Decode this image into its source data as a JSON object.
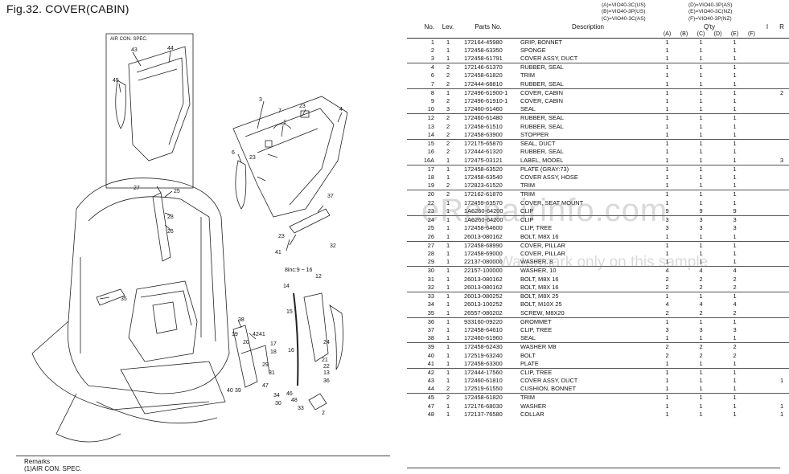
{
  "figure": {
    "title": "Fig.32.  COVER(CABIN)"
  },
  "diagram": {
    "inset_label": "AIR CON. SPEC.",
    "note_label": "8inc:9 ~ 16",
    "callouts": [
      "43",
      "44",
      "45",
      "1",
      "3",
      "7",
      "23",
      "4",
      "6",
      "23",
      "37",
      "41",
      "32",
      "23",
      "27",
      "25",
      "28",
      "26",
      "35",
      "38",
      "42",
      "19",
      "20",
      "41",
      "17",
      "15",
      "18",
      "12",
      "14",
      "16",
      "40",
      "39",
      "29",
      "31",
      "34",
      "30",
      "33",
      "2",
      "46",
      "48",
      "24",
      "21",
      "47",
      "22",
      "13",
      "36"
    ]
  },
  "remarks": {
    "title": "Remarks",
    "line1": "(1)AIR CON. SPEC."
  },
  "models": {
    "left": [
      "(A)=VIO40-3C(US)",
      "(B)=VIO40-3P(US)",
      "(C)=VIO40-3C(AS)"
    ],
    "right": [
      "(D)=VIO40-3P(AS)",
      "(E)=VIO40-3C(NZ)",
      "(F)=VIO40-3P(NZ)"
    ]
  },
  "table": {
    "headers": {
      "no": "No.",
      "lev": "Lev.",
      "part": "Parts No.",
      "desc": "Description",
      "qty": "Q'ty",
      "i": "I",
      "r": "R"
    },
    "qty_cols": [
      "(A)",
      "(B)",
      "(C)",
      "(D)",
      "(E)",
      "(F)"
    ],
    "rows": [
      {
        "no": "1",
        "lev": "1",
        "part": "172164-45980",
        "desc": "GRIP, BONNET",
        "a": "1",
        "c": "1",
        "e": "1",
        "i": "",
        "r": "",
        "sep": false
      },
      {
        "no": "2",
        "lev": "1",
        "part": "172458-63350",
        "desc": "SPONGE",
        "a": "1",
        "c": "1",
        "e": "1",
        "i": "",
        "r": "",
        "sep": false
      },
      {
        "no": "3",
        "lev": "1",
        "part": "172458-61791",
        "desc": "COVER ASSY, DUCT",
        "a": "1",
        "c": "1",
        "e": "1",
        "i": "",
        "r": "",
        "sep": false
      },
      {
        "no": "4",
        "lev": "2",
        "part": "172146-61370",
        "desc": "RUBBER, SEAL",
        "a": "1",
        "c": "1",
        "e": "1",
        "i": "",
        "r": "",
        "sep": true
      },
      {
        "no": "6",
        "lev": "2",
        "part": "172458-61820",
        "desc": "TRIM",
        "a": "1",
        "c": "1",
        "e": "1",
        "i": "",
        "r": "",
        "sep": false
      },
      {
        "no": "7",
        "lev": "2",
        "part": "172444-68810",
        "desc": "RUBBER, SEAL",
        "a": "1",
        "c": "1",
        "e": "1",
        "i": "",
        "r": "",
        "sep": false
      },
      {
        "no": "8",
        "lev": "1",
        "part": "172496-61900-1",
        "desc": "COVER, CABIN",
        "a": "1",
        "c": "1",
        "e": "1",
        "i": "",
        "r": "2",
        "sep": true
      },
      {
        "no": "9",
        "lev": "2",
        "part": "172496-61910-1",
        "desc": "COVER, CABIN",
        "a": "1",
        "c": "1",
        "e": "1",
        "i": "",
        "r": "",
        "sep": false
      },
      {
        "no": "10",
        "lev": "3",
        "part": "172460-61460",
        "desc": "SEAL",
        "a": "1",
        "c": "1",
        "e": "1",
        "i": "",
        "r": "",
        "sep": false
      },
      {
        "no": "12",
        "lev": "2",
        "part": "172460-61480",
        "desc": "RUBBER, SEAL",
        "a": "1",
        "c": "1",
        "e": "1",
        "i": "",
        "r": "",
        "sep": true
      },
      {
        "no": "13",
        "lev": "2",
        "part": "172458-61510",
        "desc": "RUBBER, SEAL",
        "a": "1",
        "c": "1",
        "e": "1",
        "i": "",
        "r": "",
        "sep": false
      },
      {
        "no": "14",
        "lev": "2",
        "part": "172458-63900",
        "desc": "STOPPER",
        "a": "1",
        "c": "1",
        "e": "1",
        "i": "",
        "r": "",
        "sep": false
      },
      {
        "no": "15",
        "lev": "2",
        "part": "172175-65870",
        "desc": "SEAL, DUCT",
        "a": "1",
        "c": "1",
        "e": "1",
        "i": "",
        "r": "",
        "sep": true
      },
      {
        "no": "16",
        "lev": "2",
        "part": "172444-61320",
        "desc": "RUBBER, SEAL",
        "a": "1",
        "c": "1",
        "e": "1",
        "i": "",
        "r": "",
        "sep": false
      },
      {
        "no": "16A",
        "lev": "1",
        "part": "172475-03121",
        "desc": "LABEL, MODEL",
        "a": "1",
        "c": "1",
        "e": "1",
        "i": "",
        "r": "3",
        "sep": false
      },
      {
        "no": "17",
        "lev": "1",
        "part": "172458-63520",
        "desc": "PLATE     (GRAY:73)",
        "a": "1",
        "c": "1",
        "e": "1",
        "i": "",
        "r": "",
        "sep": true
      },
      {
        "no": "18",
        "lev": "1",
        "part": "172458-63540",
        "desc": "COVER ASSY, HOSE",
        "a": "1",
        "c": "1",
        "e": "1",
        "i": "",
        "r": "",
        "sep": false
      },
      {
        "no": "19",
        "lev": "2",
        "part": "172823-61520",
        "desc": "TRIM",
        "a": "1",
        "c": "1",
        "e": "1",
        "i": "",
        "r": "",
        "sep": false
      },
      {
        "no": "20",
        "lev": "2",
        "part": "172162-61870",
        "desc": "TRIM",
        "a": "1",
        "c": "1",
        "e": "1",
        "i": "",
        "r": "",
        "sep": true
      },
      {
        "no": "22",
        "lev": "1",
        "part": "172459-63570",
        "desc": "COVER, SEAT MOUNT",
        "a": "1",
        "c": "1",
        "e": "1",
        "i": "",
        "r": "",
        "sep": false
      },
      {
        "no": "23",
        "lev": "1",
        "part": "1A6260-64200",
        "desc": "CLIP",
        "a": "9",
        "c": "9",
        "e": "9",
        "i": "",
        "r": "",
        "sep": false
      },
      {
        "no": "24",
        "lev": "1",
        "part": "1A6260-64200",
        "desc": "CLIP",
        "a": "3",
        "c": "3",
        "e": "3",
        "i": "",
        "r": "",
        "sep": true
      },
      {
        "no": "25",
        "lev": "1",
        "part": "172458-64600",
        "desc": "CLIP, TREE",
        "a": "3",
        "c": "3",
        "e": "3",
        "i": "",
        "r": "",
        "sep": false
      },
      {
        "no": "26",
        "lev": "1",
        "part": "26013-080162",
        "desc": "BOLT, M8X 16",
        "a": "1",
        "c": "1",
        "e": "1",
        "i": "",
        "r": "",
        "sep": false
      },
      {
        "no": "27",
        "lev": "1",
        "part": "172458-68990",
        "desc": "COVER, PILLAR",
        "a": "1",
        "c": "1",
        "e": "1",
        "i": "",
        "r": "",
        "sep": true
      },
      {
        "no": "28",
        "lev": "1",
        "part": "172458-69000",
        "desc": "COVER, PILLAR",
        "a": "1",
        "c": "1",
        "e": "1",
        "i": "",
        "r": "",
        "sep": false
      },
      {
        "no": "29",
        "lev": "1",
        "part": "22137-080000",
        "desc": "WASHER, 8",
        "a": "1",
        "c": "1",
        "e": "1",
        "i": "",
        "r": "",
        "sep": false
      },
      {
        "no": "30",
        "lev": "1",
        "part": "22157-100000",
        "desc": "WASHER, 10",
        "a": "4",
        "c": "4",
        "e": "4",
        "i": "",
        "r": "",
        "sep": true
      },
      {
        "no": "31",
        "lev": "1",
        "part": "26013-080162",
        "desc": "BOLT, M8X 16",
        "a": "2",
        "c": "2",
        "e": "2",
        "i": "",
        "r": "",
        "sep": false
      },
      {
        "no": "32",
        "lev": "1",
        "part": "26013-080162",
        "desc": "BOLT, M8X 16",
        "a": "2",
        "c": "2",
        "e": "2",
        "i": "",
        "r": "",
        "sep": false
      },
      {
        "no": "33",
        "lev": "1",
        "part": "26013-080252",
        "desc": "BOLT, M8X 25",
        "a": "1",
        "c": "1",
        "e": "1",
        "i": "",
        "r": "",
        "sep": true
      },
      {
        "no": "34",
        "lev": "1",
        "part": "26013-100252",
        "desc": "BOLT, M10X 25",
        "a": "4",
        "c": "4",
        "e": "4",
        "i": "",
        "r": "",
        "sep": false
      },
      {
        "no": "35",
        "lev": "1",
        "part": "26557-080202",
        "desc": "SCREW, M8X20",
        "a": "2",
        "c": "2",
        "e": "2",
        "i": "",
        "r": "",
        "sep": false
      },
      {
        "no": "36",
        "lev": "1",
        "part": "933160-09220",
        "desc": "GROMMET",
        "a": "1",
        "c": "1",
        "e": "1",
        "i": "",
        "r": "",
        "sep": true
      },
      {
        "no": "37",
        "lev": "1",
        "part": "172458-64610",
        "desc": "CLIP, TREE",
        "a": "3",
        "c": "3",
        "e": "3",
        "i": "",
        "r": "",
        "sep": false
      },
      {
        "no": "38",
        "lev": "1",
        "part": "172460-61960",
        "desc": "SEAL",
        "a": "1",
        "c": "1",
        "e": "1",
        "i": "",
        "r": "",
        "sep": false
      },
      {
        "no": "39",
        "lev": "1",
        "part": "172458-62430",
        "desc": "WASHER M8",
        "a": "2",
        "c": "2",
        "e": "2",
        "i": "",
        "r": "",
        "sep": true
      },
      {
        "no": "40",
        "lev": "1",
        "part": "172519-63240",
        "desc": "BOLT",
        "a": "2",
        "c": "2",
        "e": "2",
        "i": "",
        "r": "",
        "sep": false
      },
      {
        "no": "41",
        "lev": "1",
        "part": "172458-63300",
        "desc": "PLATE",
        "a": "1",
        "c": "1",
        "e": "1",
        "i": "",
        "r": "",
        "sep": false
      },
      {
        "no": "42",
        "lev": "1",
        "part": "172444-17560",
        "desc": "CLIP, TREE",
        "a": "1",
        "c": "1",
        "e": "1",
        "i": "",
        "r": "",
        "sep": true
      },
      {
        "no": "43",
        "lev": "1",
        "part": "172460-61810",
        "desc": "COVER ASSY, DUCT",
        "a": "1",
        "c": "1",
        "e": "1",
        "i": "",
        "r": "1",
        "sep": false
      },
      {
        "no": "44",
        "lev": "2",
        "part": "172519-61550",
        "desc": "CUSHION, BONNET",
        "a": "1",
        "c": "1",
        "e": "1",
        "i": "",
        "r": "",
        "sep": false
      },
      {
        "no": "45",
        "lev": "2",
        "part": "172458-61820",
        "desc": "TRIM",
        "a": "1",
        "c": "1",
        "e": "1",
        "i": "",
        "r": "",
        "sep": true
      },
      {
        "no": "47",
        "lev": "1",
        "part": "172176-68030",
        "desc": "WASHER",
        "a": "1",
        "c": "1",
        "e": "1",
        "i": "",
        "r": "1",
        "sep": false
      },
      {
        "no": "48",
        "lev": "1",
        "part": "172137-76580",
        "desc": "COLLAR",
        "a": "1",
        "c": "1",
        "e": "1",
        "i": "",
        "r": "1",
        "sep": false
      }
    ]
  },
  "watermark": {
    "line1": "eRepairinfo.com",
    "line2": "Watermark only on this sample"
  }
}
